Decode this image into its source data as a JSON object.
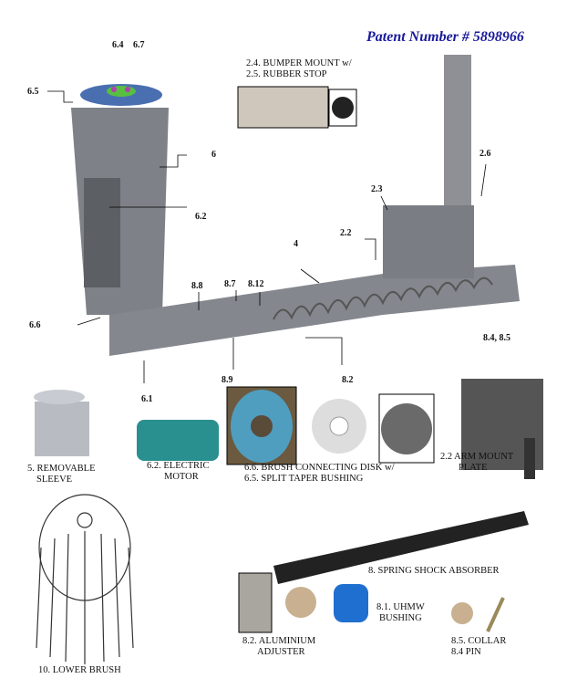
{
  "patent": "Patent Number # 5898966",
  "callouts": [
    "6.4",
    "6.7",
    "6.5",
    "6",
    "6.2",
    "6.6",
    "6.1",
    "8.8",
    "8.7",
    "8.12",
    "8.9",
    "8.2",
    "4",
    "2.2",
    "2.3",
    "2.6",
    "8.4, 8.5"
  ],
  "captions": {
    "bumper_1": "2.4. BUMPER MOUNT w/",
    "bumper_2": "2.5. RUBBER STOP",
    "sleeve_1": "5. REMOVABLE",
    "sleeve_2": "SLEEVE",
    "motor_1": "6.2. ELECTRIC",
    "motor_2": "MOTOR",
    "disk_1": "6.6. BRUSH CONNECTING DISK  w/",
    "disk_2": "6.5. SPLIT TAPER BUSHING",
    "plate_1": "2.2  ARM MOUNT",
    "plate_2": "PLATE",
    "shock": "8. SPRING SHOCK ABSORBER",
    "adjuster_1": "8.2. ALUMINIUM",
    "adjuster_2": "ADJUSTER",
    "uhmw_1": "8.1. UHMW",
    "uhmw_2": "BUSHING",
    "collar_1": "8.5. COLLAR",
    "collar_2": "8.4 PIN",
    "brush": "10. LOWER BRUSH"
  },
  "colors": {
    "patent": "#1a1a9c",
    "metal": "#8a8d93",
    "disk": "#4a6fb0",
    "motor": "#2a8f8f"
  }
}
